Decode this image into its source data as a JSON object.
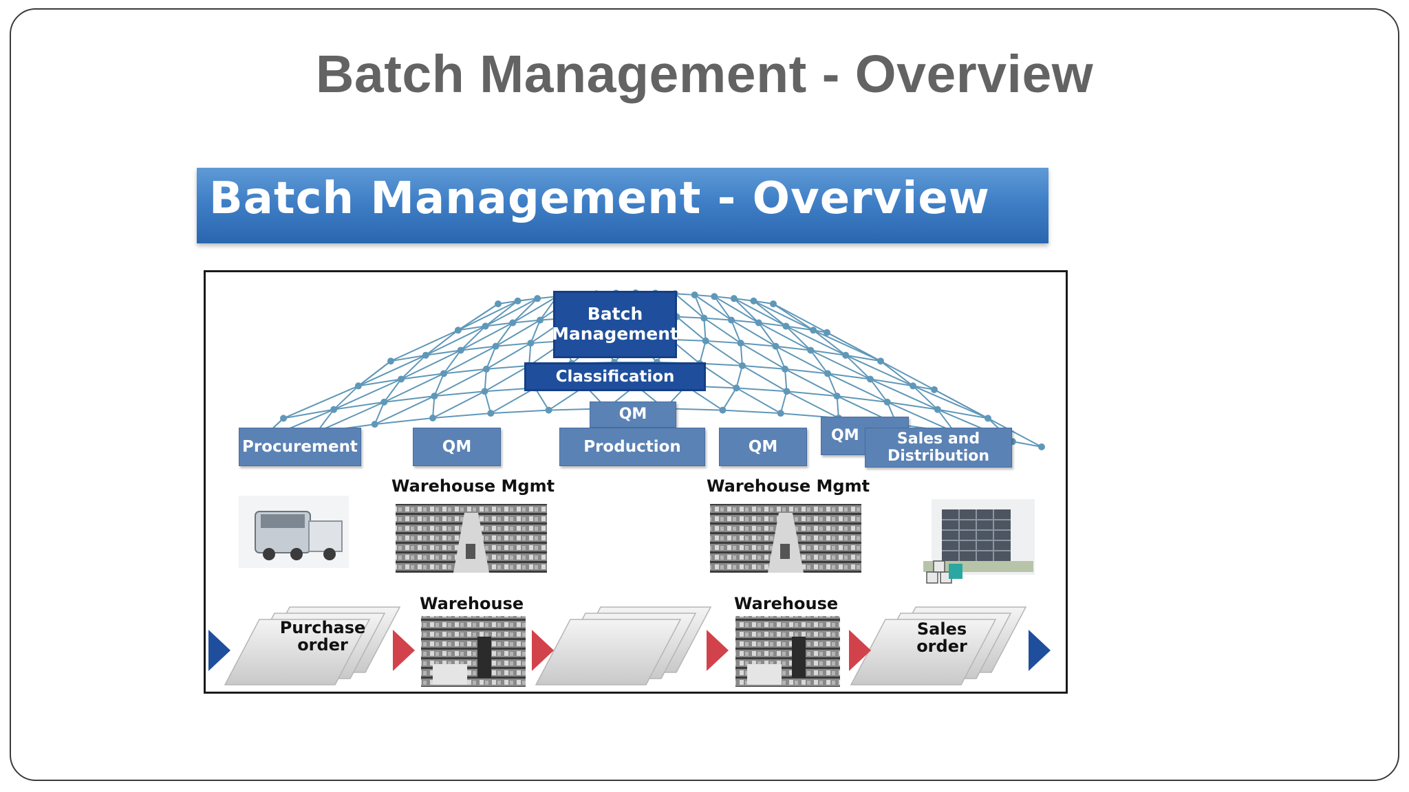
{
  "slide": {
    "title": "Batch Management - Overview",
    "banner_title": "Batch Management - Overview"
  },
  "diagram": {
    "center_box": "Batch\nManagement",
    "classification": "Classification",
    "modules": {
      "procurement": "Procurement",
      "qm_left": "QM",
      "qm_top": "QM",
      "production": "Production",
      "qm_right": "QM",
      "qm_small": "QM",
      "sales_distribution": "Sales and\nDistribution"
    },
    "labels": {
      "warehouse_mgmt_left": "Warehouse Mgmt",
      "warehouse_mgmt_right": "Warehouse Mgmt",
      "warehouse_left": "Warehouse",
      "warehouse_right": "Warehouse"
    },
    "documents": {
      "purchase_order": "Purchase\norder",
      "sales_order": "Sales\norder"
    },
    "colors": {
      "banner": "#3f7fc6",
      "dark_box": "#1f4f9c",
      "module_box": "#5b82b4",
      "net": "#5f97b8",
      "arrow_red": "#d2424a",
      "arrow_blue": "#1f4f9c"
    }
  }
}
